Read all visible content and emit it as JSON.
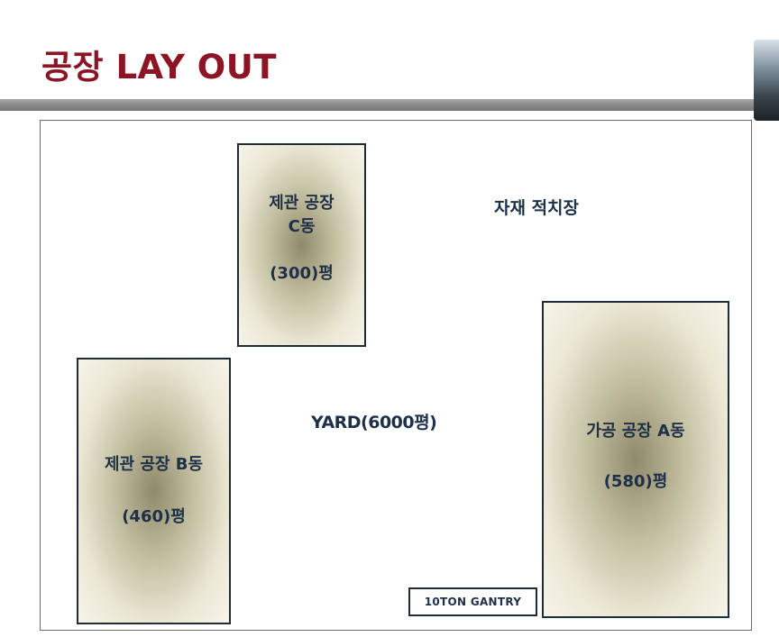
{
  "title": "공장 LAY OUT",
  "site": {
    "materials_yard": "자재 적치장",
    "yard": "YARD(6000평)",
    "buildings": {
      "c": {
        "line1": "제관 공장",
        "line2": "C동",
        "area": "(300)평"
      },
      "b": {
        "line1": "제관 공장 B동",
        "area": "(460)평"
      },
      "a": {
        "line1": "가공 공장 A동",
        "area": "(580)평"
      }
    },
    "gantry": "10TON GANTRY"
  },
  "colors": {
    "title": "#8c1424",
    "label": "#1e3048",
    "border": "#1d2c38"
  }
}
